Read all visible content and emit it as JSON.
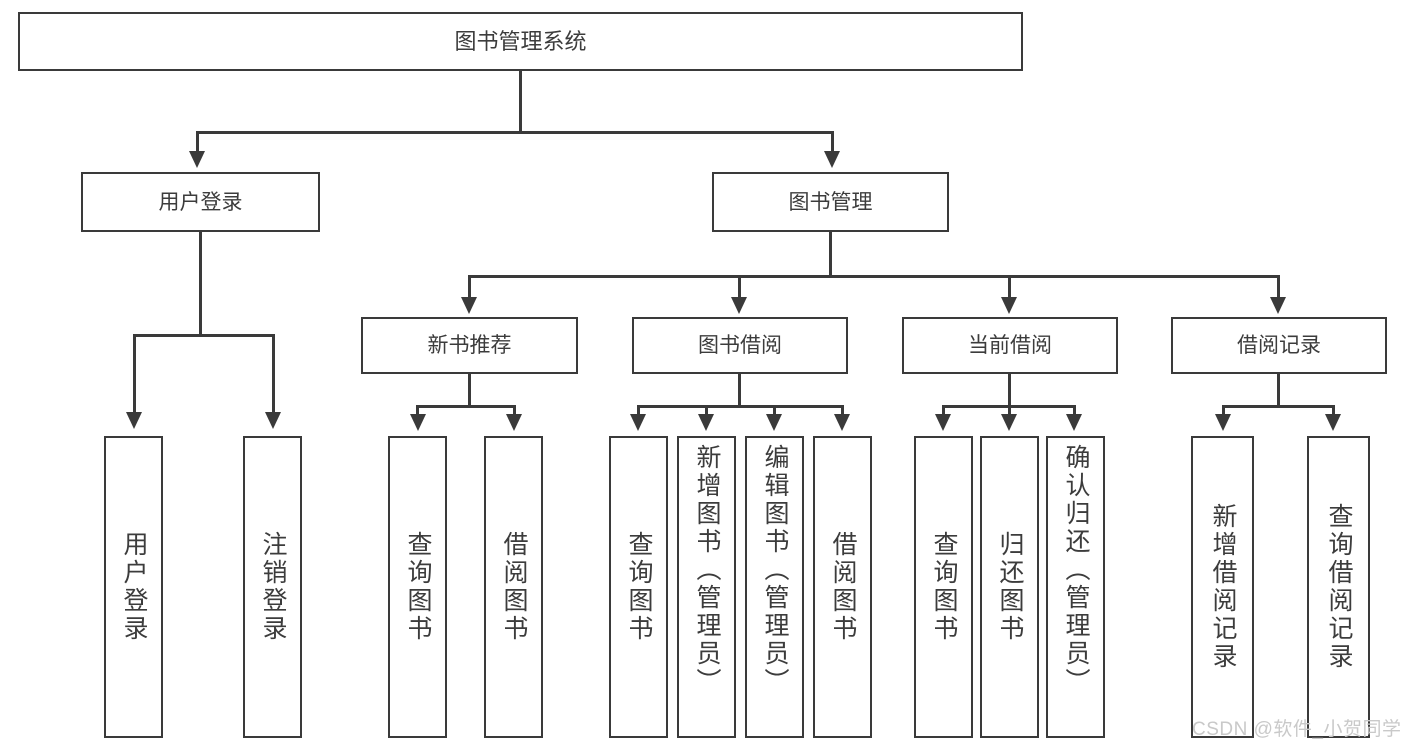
{
  "diagram": {
    "title": "图书管理系统",
    "type": "hierarchy-tree",
    "root": {
      "label": "图书管理系统"
    },
    "level1": [
      {
        "label": "用户登录"
      },
      {
        "label": "图书管理"
      }
    ],
    "level2": [
      {
        "label": "新书推荐"
      },
      {
        "label": "图书借阅"
      },
      {
        "label": "当前借阅"
      },
      {
        "label": "借阅记录"
      }
    ],
    "leaves": {
      "user_login": [
        {
          "label": "用户登录"
        },
        {
          "label": "注销登录"
        }
      ],
      "new_book_recommend": [
        {
          "label": "查询图书"
        },
        {
          "label": "借阅图书"
        }
      ],
      "book_borrow": [
        {
          "label": "查询图书"
        },
        {
          "label": "新增图书（管理员）"
        },
        {
          "label": "编辑图书（管理员）"
        },
        {
          "label": "借阅图书"
        }
      ],
      "current_borrow": [
        {
          "label": "查询图书"
        },
        {
          "label": "归还图书"
        },
        {
          "label": "确认归还（管理员）"
        }
      ],
      "borrow_record": [
        {
          "label": "新增借阅记录"
        },
        {
          "label": "查询借阅记录"
        }
      ]
    }
  },
  "watermark": {
    "text": "CSDN @软件_小贺同学"
  },
  "colors": {
    "stroke": "#3a3a3a",
    "text": "#3c3c3c",
    "background": "#ffffff",
    "watermark": "#c9c9c9"
  }
}
